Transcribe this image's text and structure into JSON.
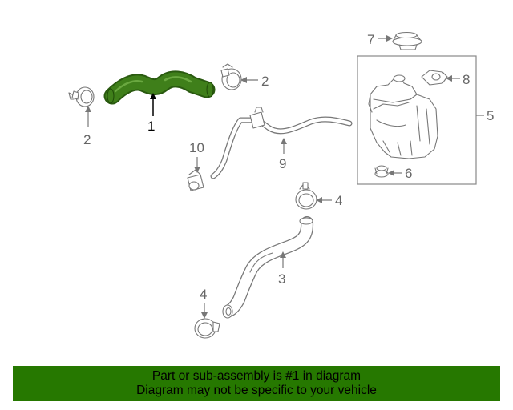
{
  "colors": {
    "highlight": "#3f7f1a",
    "banner": "#267800",
    "line": "#777777",
    "callout_text": "#666666"
  },
  "callouts": {
    "c1": "1",
    "c2a": "2",
    "c2b": "2",
    "c3": "3",
    "c4a": "4",
    "c4b": "4",
    "c5": "5",
    "c6": "6",
    "c7": "7",
    "c8": "8",
    "c9": "9",
    "c10": "10"
  },
  "footer": {
    "line1": "Part or sub-assembly is #1 in diagram",
    "line2": "Diagram may not be specific to your vehicle"
  }
}
